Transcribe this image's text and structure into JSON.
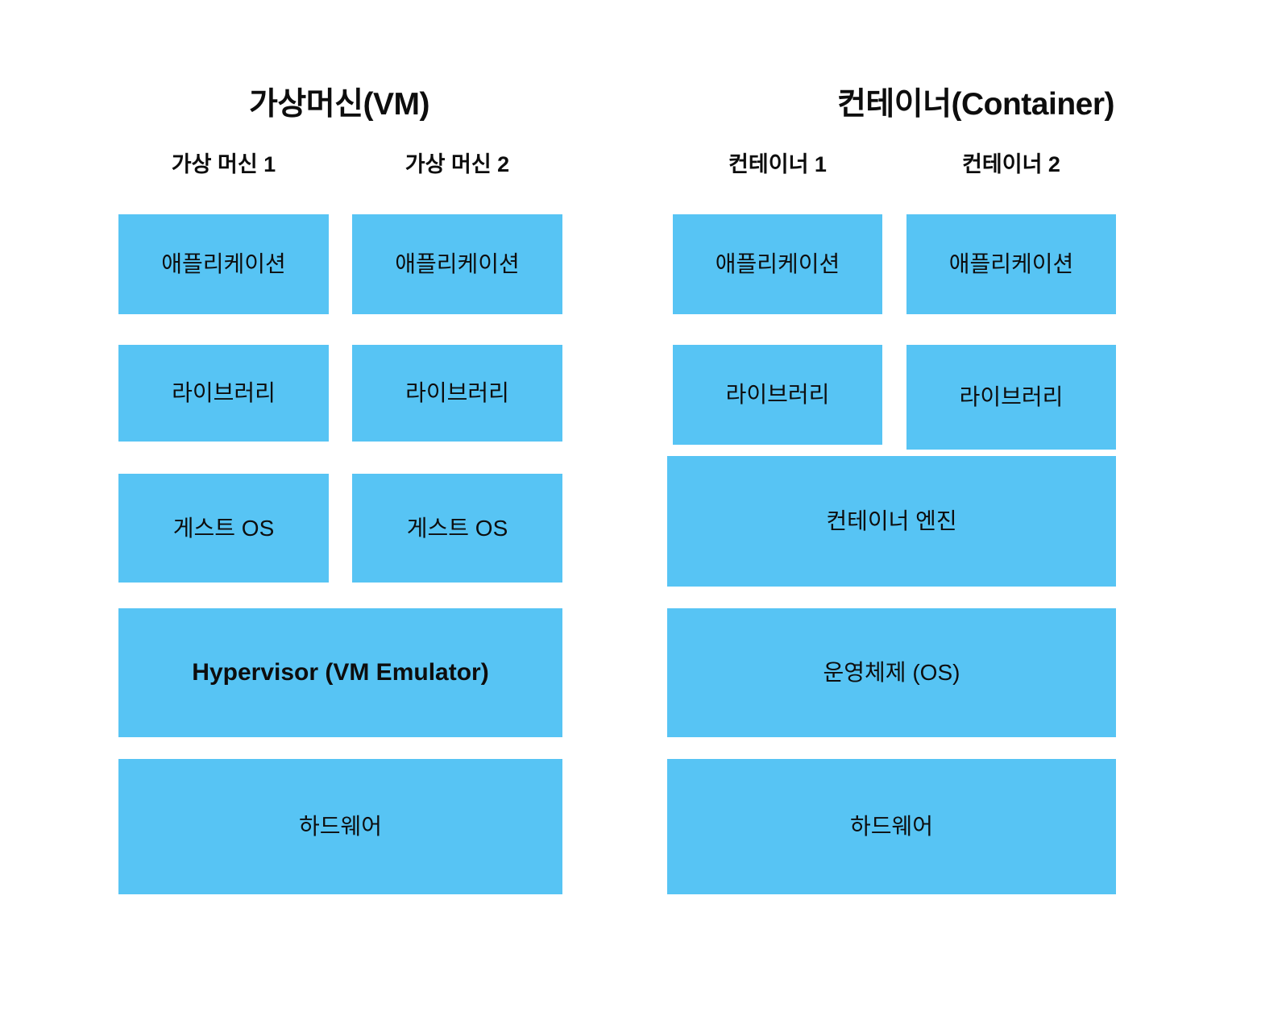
{
  "theme": {
    "background": "#ffffff",
    "box_fill": "#57c4f4",
    "text_color": "#0d0d0d"
  },
  "panels": {
    "vm": {
      "title": "가상머신(VM)",
      "columns": [
        {
          "label": "가상 머신 1",
          "boxes": [
            {
              "text": "애플리케이션"
            },
            {
              "text": "라이브러리"
            },
            {
              "text": "게스트 OS"
            }
          ]
        },
        {
          "label": "가상 머신 2",
          "boxes": [
            {
              "text": "애플리케이션"
            },
            {
              "text": "라이브러리"
            },
            {
              "text": "게스트 OS"
            }
          ]
        }
      ],
      "shared_boxes": [
        {
          "text": "Hypervisor (VM Emulator)",
          "script": "latin"
        },
        {
          "text": "하드웨어",
          "script": "hangul"
        }
      ]
    },
    "container": {
      "title": "컨테이너(Container)",
      "columns": [
        {
          "label": "컨테이너 1",
          "boxes": [
            {
              "text": "애플리케이션"
            },
            {
              "text": "라이브러리"
            }
          ]
        },
        {
          "label": "컨테이너 2",
          "boxes": [
            {
              "text": "애플리케이션"
            },
            {
              "text": "라이브러리"
            }
          ]
        }
      ],
      "shared_boxes": [
        {
          "text": "컨테이너 엔진",
          "script": "hangul"
        },
        {
          "text": "운영체제 (OS)",
          "script": "hangul"
        },
        {
          "text": "하드웨어",
          "script": "hangul"
        }
      ]
    }
  }
}
